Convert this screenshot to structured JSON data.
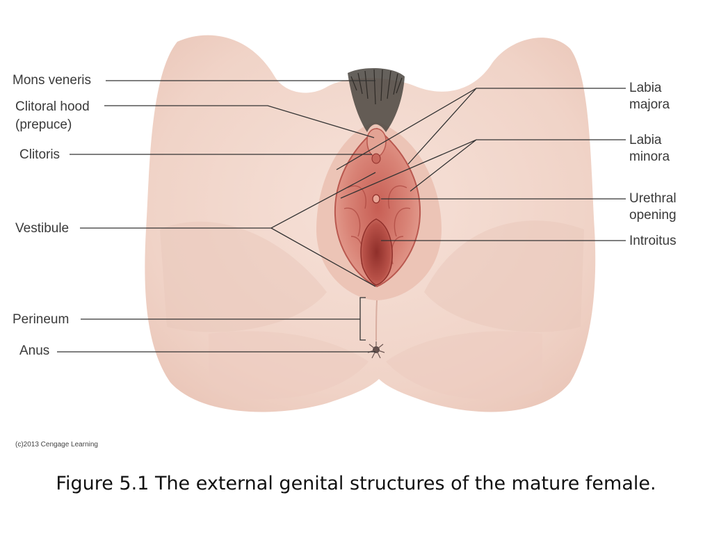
{
  "labels": {
    "mons_veneris": "Mons veneris",
    "clitoral_hood_line1": "Clitoral hood",
    "clitoral_hood_line2": "(prepuce)",
    "clitoris": "Clitoris",
    "vestibule": "Vestibule",
    "perineum": "Perineum",
    "anus": "Anus",
    "labia_majora_line1": "Labia",
    "labia_majora_line2": "majora",
    "labia_minora_line1": "Labia",
    "labia_minora_line2": "minora",
    "urethral_line1": "Urethral",
    "urethral_line2": "opening",
    "introitus": "Introitus"
  },
  "credit": "(c)2013 Cengage Learning",
  "caption": "Figure 5.1 The external genital structures of the mature female.",
  "colors": {
    "skin": "#f2d6cc",
    "skin_shadow": "#e2b8ab",
    "tissue": "#d98477",
    "tissue_dark": "#a9443d",
    "hair": "#4a4540",
    "leader_line": "#333333",
    "label_text": "#3a3a3a"
  }
}
